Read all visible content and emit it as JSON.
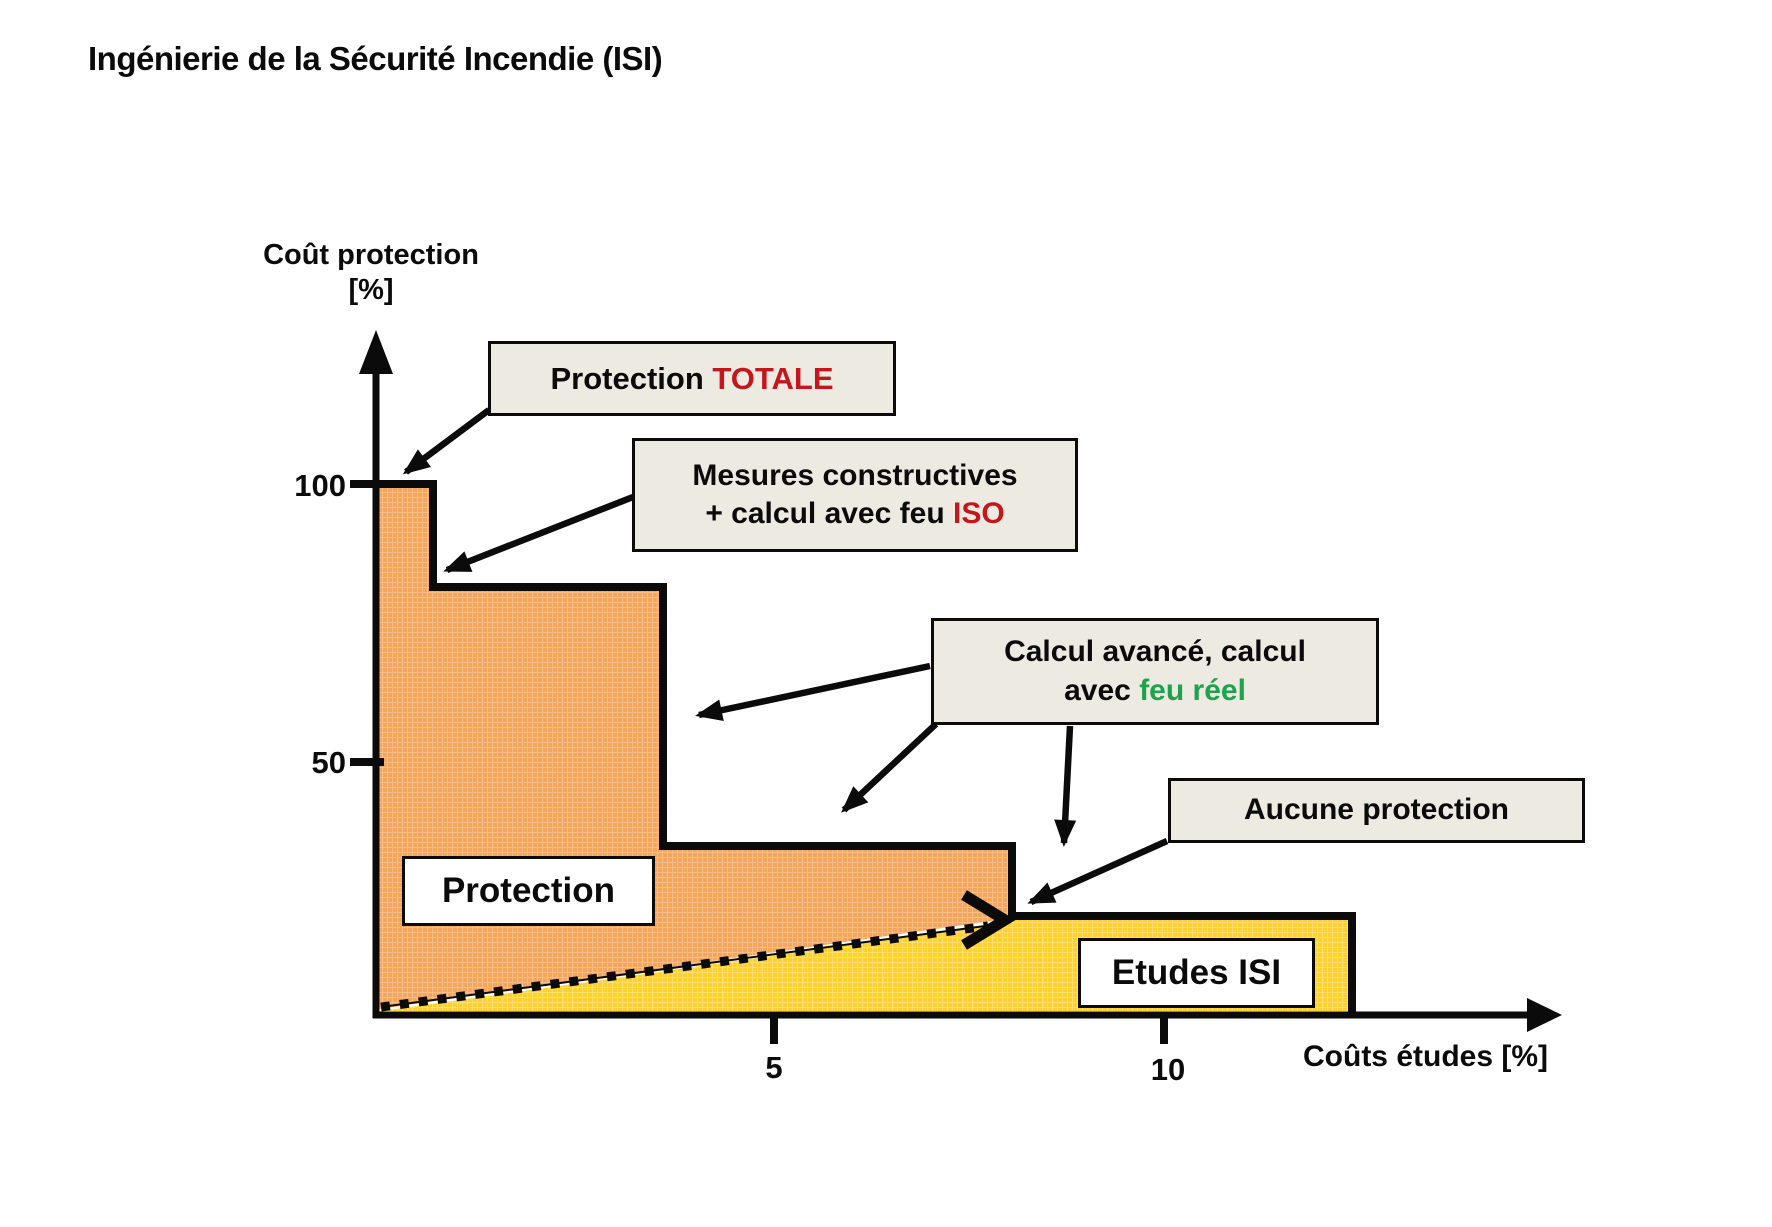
{
  "title": "Ingénierie de la Sécurité Incendie (ISI)",
  "y_axis": {
    "title_line1": "Coût protection",
    "title_line2": "[%]",
    "tick_100": "100",
    "tick_50": "50"
  },
  "x_axis": {
    "title": "Coûts études [%]",
    "tick_5": "5",
    "tick_10": "10"
  },
  "regions": {
    "protection_label": "Protection",
    "etudes_label": "Etudes ISI"
  },
  "callouts": {
    "totale": {
      "prefix": "Protection",
      "highlight": "TOTALE"
    },
    "mesures": {
      "line1": "Mesures constructives",
      "line2_prefix": "+ calcul avec feu",
      "highlight": "ISO"
    },
    "calcul": {
      "line1": "Calcul avancé, calcul",
      "line2_prefix": "avec",
      "highlight": "feu réel"
    },
    "aucune": {
      "text": "Aucune protection"
    }
  },
  "colors": {
    "protection_fill": "#F4A75C",
    "etudes_fill": "#FFD02E",
    "highlight_red": "#C4161C",
    "highlight_green": "#1FA24C",
    "callout_background": "#EDEAE2",
    "outline": "#0B0B0B"
  },
  "chart_data": {
    "type": "area",
    "title": "Ingénierie de la Sécurité Incendie (ISI)",
    "xlabel": "Coûts études [%]",
    "ylabel": "Coût protection [%]",
    "xlim": [
      0,
      13.5
    ],
    "ylim": [
      0,
      110
    ],
    "x_ticks": [
      5,
      10
    ],
    "y_ticks": [
      50,
      100
    ],
    "grid": false,
    "legend_position": "none",
    "series": [
      {
        "name": "Protection",
        "style": "step-area",
        "color": "#F4A75C",
        "points": [
          [
            0,
            100
          ],
          [
            0.75,
            100
          ],
          [
            0.75,
            80
          ],
          [
            3.6,
            80
          ],
          [
            3.6,
            32
          ],
          [
            8,
            32
          ],
          [
            8,
            19
          ]
        ],
        "lower_bound": "diagonal dotted line from (0,0) to (8,17)"
      },
      {
        "name": "Etudes ISI",
        "style": "area",
        "color": "#FFD02E",
        "points": [
          [
            0,
            0
          ],
          [
            8,
            17
          ],
          [
            8,
            19
          ],
          [
            12.3,
            19
          ],
          [
            12.3,
            0
          ]
        ]
      }
    ],
    "dotted_line": {
      "style": "dashed-arrow",
      "from": [
        0,
        0
      ],
      "to": [
        8,
        17
      ]
    },
    "annotations": [
      {
        "text": "Protection TOTALE",
        "points_to": [
          0.3,
          100
        ]
      },
      {
        "text": "Mesures constructives + calcul avec feu ISO",
        "points_to": [
          0.8,
          81
        ]
      },
      {
        "text": "Calcul avancé, calcul avec feu réel",
        "points_to": [
          4,
          55
        ]
      },
      {
        "text": "Aucune protection",
        "points_to": [
          8.1,
          19
        ]
      }
    ]
  }
}
